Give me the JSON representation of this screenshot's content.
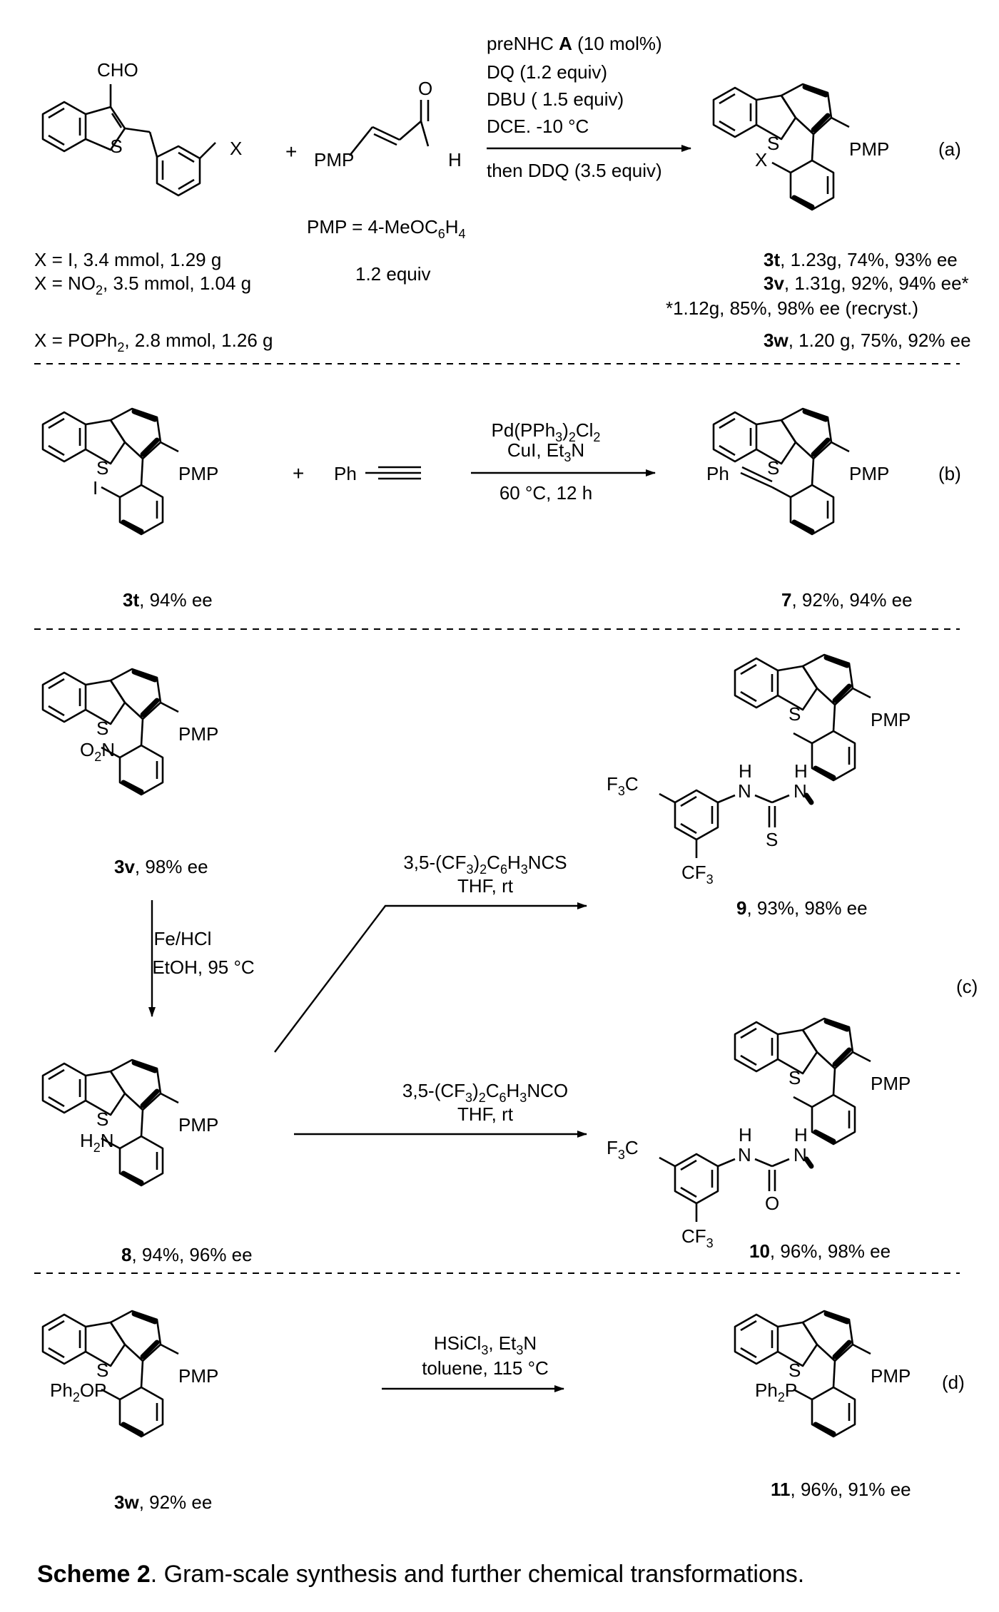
{
  "panel_a": {
    "sm_cho": "CHO",
    "sm_s": "S",
    "sm_x": "X",
    "plus": "+",
    "enal_pmp": "PMP",
    "enal_o": "O",
    "enal_h": "H",
    "pmp_def_a": "PMP = 4-MeOC",
    "pmp_def_sub": "6",
    "pmp_def_b": "H",
    "pmp_def_sub2": "4",
    "equiv": "1.2 equiv",
    "x_i": "X = I, 3.4 mmol, 1.29 g",
    "x_no2_a": "X = NO",
    "x_no2_sub": "2",
    "x_no2_b": ", 3.5 mmol, 1.04 g",
    "x_poph2_a": "X = POPh",
    "x_poph2_sub": "2",
    "x_poph2_b": ", 2.8 mmol, 1.26 g",
    "cond1_a": "preNHC ",
    "cond1_b": "A",
    "cond1_c": " (10 mol%)",
    "cond2": "DQ (1.2 equiv)",
    "cond3": "DBU ( 1.5 equiv)",
    "cond4": "DCE. -10 °C",
    "cond5": "then DDQ (3.5 equiv)",
    "prod_s": "S",
    "prod_pmp": "PMP",
    "prod_x": "X",
    "tag": "(a)",
    "r1_cmp": "3t",
    "r1_txt": ", 1.23g, 74%, 93% ee",
    "r2_cmp": "3v",
    "r2_txt": ", 1.31g, 92%, 94% ee*",
    "r3_txt": "*1.12g, 85%, 98% ee (recryst.)",
    "r4_cmp": "3w",
    "r4_txt": ", 1.20 g, 75%, 92% ee"
  },
  "panel_b": {
    "sm_s": "S",
    "sm_pmp": "PMP",
    "sm_i": "I",
    "plus": "+",
    "ph": "Ph",
    "cond1_a": "Pd(PPh",
    "cond1_sub1": "3",
    "cond1_b": ")",
    "cond1_sub2": "2",
    "cond1_c": "Cl",
    "cond1_sub3": "2",
    "cond2_a": "CuI, Et",
    "cond2_sub": "3",
    "cond2_b": "N",
    "cond3": "60 °C, 12 h",
    "prod_ph": "Ph",
    "prod_s": "S",
    "prod_pmp": "PMP",
    "tag": "(b)",
    "sm_cmp": "3t",
    "sm_txt": ", 94% ee",
    "prod_cmp": "7",
    "prod_txt": ", 92%, 94% ee"
  },
  "panel_c": {
    "sm_s": "S",
    "sm_pmp": "PMP",
    "sm_no2_a": "O",
    "sm_no2_sub": "2",
    "sm_no2_b": "N",
    "sm_cmp": "3v",
    "sm_txt": ", 98% ee",
    "red1": "Fe/HCl",
    "red2": "EtOH, 95 °C",
    "amine_s": "S",
    "amine_pmp": "PMP",
    "amine_nh2_a": "H",
    "amine_nh2_sub": "2",
    "amine_nh2_b": "N",
    "amine_cmp": "8",
    "amine_txt": ", 94%, 96% ee",
    "up_cond1_a": "3,5-(CF",
    "up_cond1_sub1": "3",
    "up_cond1_b": ")",
    "up_cond1_sub2": "2",
    "up_cond1_c": "C",
    "up_cond1_sub3": "6",
    "up_cond1_d": "H",
    "up_cond1_sub4": "3",
    "up_cond1_e": "NCS",
    "up_cond2": "THF, rt",
    "lo_cond1_a": "3,5-(CF",
    "lo_cond1_sub1": "3",
    "lo_cond1_b": ")",
    "lo_cond1_sub2": "2",
    "lo_cond1_c": "C",
    "lo_cond1_sub3": "6",
    "lo_cond1_d": "H",
    "lo_cond1_sub4": "3",
    "lo_cond1_e": "NCO",
    "lo_cond2": "THF, rt",
    "thio_s_ring": "S",
    "thio_pmp": "PMP",
    "thio_f3c_a": "F",
    "thio_f3c_sub": "3",
    "thio_f3c_b": "C",
    "thio_cf3_a": "CF",
    "thio_cf3_sub": "3",
    "thio_h1": "H",
    "thio_n1": "N",
    "thio_h2": "H",
    "thio_n2": "N",
    "thio_s": "S",
    "thio_cmp": "9",
    "thio_txt": ", 93%, 98% ee",
    "urea_s_ring": "S",
    "urea_pmp": "PMP",
    "urea_f3c_a": "F",
    "urea_f3c_sub": "3",
    "urea_f3c_b": "C",
    "urea_cf3_a": "CF",
    "urea_cf3_sub": "3",
    "urea_h1": "H",
    "urea_n1": "N",
    "urea_h2": "H",
    "urea_n2": "N",
    "urea_o": "O",
    "urea_cmp": "10",
    "urea_txt": ", 96%, 98% ee",
    "tag": "(c)"
  },
  "panel_d": {
    "sm_s": "S",
    "sm_pmp": "PMP",
    "sm_p_a": "Ph",
    "sm_p_sub": "2",
    "sm_p_b": "OP",
    "cond1_a": "HSiCl",
    "cond1_sub": "3",
    "cond1_b": ", Et",
    "cond1_sub2": "3",
    "cond1_c": "N",
    "cond2": "toluene, 115 °C",
    "prod_s": "S",
    "prod_pmp": "PMP",
    "prod_p_a": "Ph",
    "prod_p_sub": "2",
    "prod_p_b": "P",
    "tag": "(d)",
    "sm_cmp": "3w",
    "sm_txt": ", 92% ee",
    "prod_cmp": "11",
    "prod_txt": ", 96%, 91% ee"
  },
  "caption": {
    "bold": "Scheme 2",
    "text": ". Gram-scale synthesis and further chemical transformations."
  }
}
